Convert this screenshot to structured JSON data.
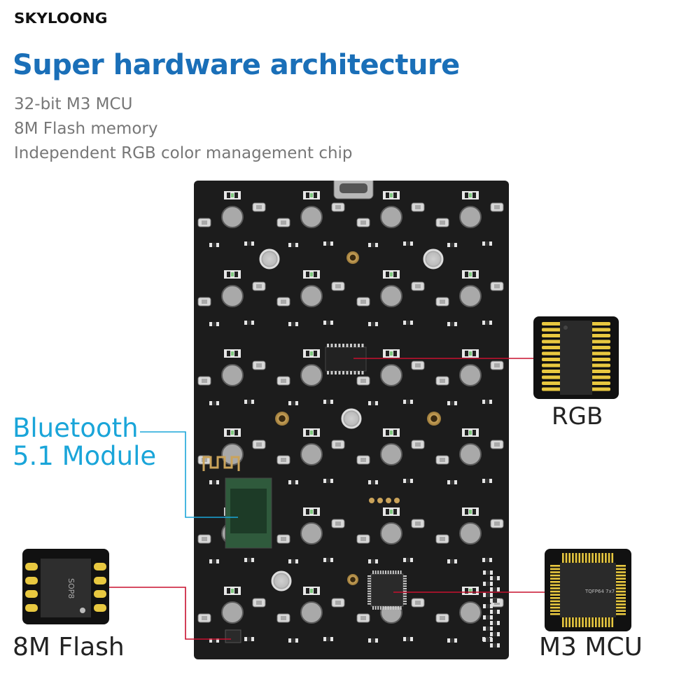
{
  "brand": {
    "logo": "SKYLOONG"
  },
  "headline": "Super hardware architecture",
  "features": [
    "32-bit M3 MCU",
    "8M Flash memory",
    "Independent RGB color management chip"
  ],
  "callouts": {
    "bluetooth": {
      "line1": "Bluetooth",
      "line2": "5.1 Module"
    },
    "rgb": "RGB",
    "mcu": "M3 MCU",
    "flash": "8M Flash"
  },
  "chip_markings": {
    "sop8": "SOP8",
    "tqfp": "TQFP64 7x7"
  },
  "colors": {
    "headline": "#1a6fb8",
    "bluetooth_accent": "#1aa5d9",
    "leader_line": "#c8102e",
    "pcb": "#1c1c1c",
    "pins": "#e8c840"
  }
}
